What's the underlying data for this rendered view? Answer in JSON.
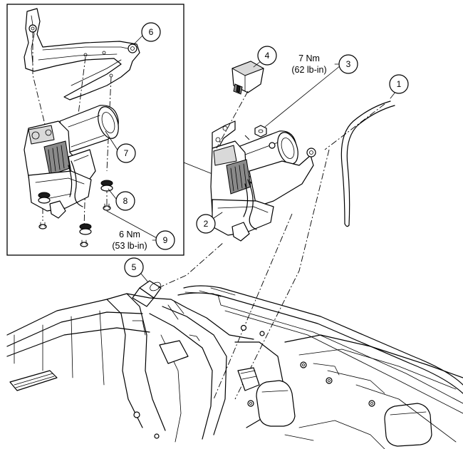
{
  "callouts": [
    {
      "number": "1"
    },
    {
      "number": "2"
    },
    {
      "number": "3"
    },
    {
      "number": "4"
    },
    {
      "number": "5"
    },
    {
      "number": "6"
    },
    {
      "number": "7"
    },
    {
      "number": "8"
    },
    {
      "number": "9"
    }
  ],
  "torque_specs": [
    {
      "value": "7 Nm",
      "imperial": "(62 lb-in)"
    },
    {
      "value": "6 Nm",
      "imperial": "(53 lb-in)"
    }
  ]
}
